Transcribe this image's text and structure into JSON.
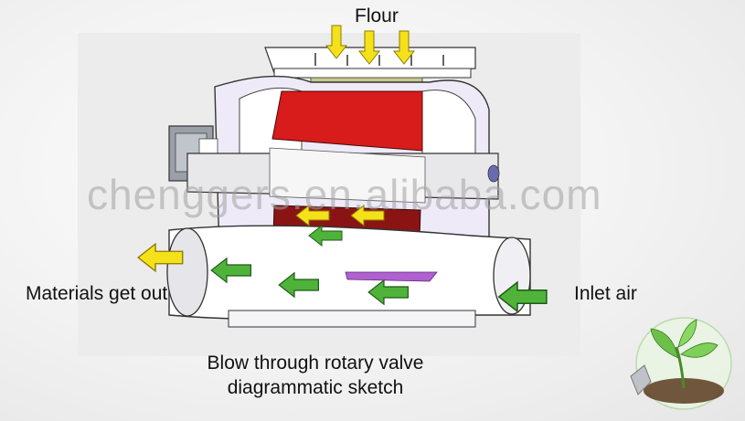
{
  "labels": {
    "flour": "Flour",
    "materials_out": "Materials get out",
    "inlet_air": "Inlet air",
    "caption_line1": "Blow through rotary valve",
    "caption_line2": "diagrammatic sketch"
  },
  "watermark": "chenggers.en.alibaba.com",
  "colors": {
    "rotor_red": "#d81b1b",
    "rotor_dark_red": "#8a1414",
    "arrow_yellow": "#f5e11a",
    "arrow_green": "#4fb33a",
    "flange_olive": "#c8c88a",
    "housing_lavender": "#eeeaf7",
    "plate_purple": "#b060d0"
  },
  "icons": [
    "bulb-plant-icon"
  ]
}
